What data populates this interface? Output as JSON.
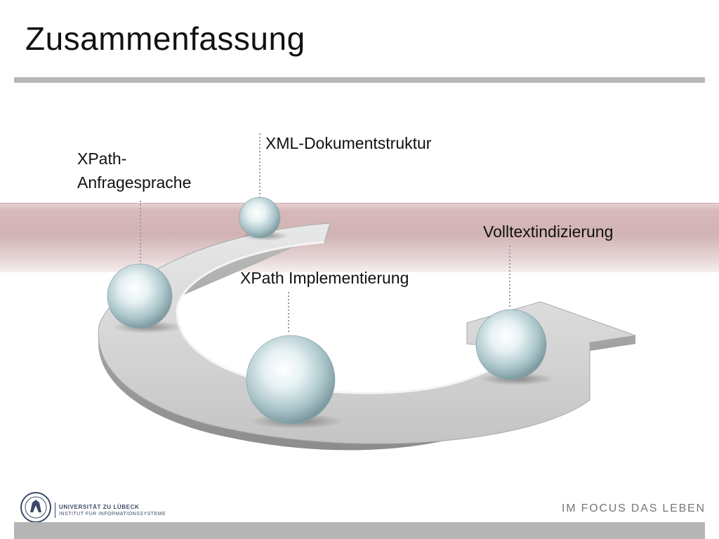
{
  "slide": {
    "title": "Zusammenfassung"
  },
  "diagram": {
    "labels": {
      "xml": "XML-Dokumentstruktur",
      "xpath_lang_line1": "XPath-",
      "xpath_lang_line2": "Anfragesprache",
      "volltext": "Volltextindizierung",
      "xpath_impl": "XPath Implementierung"
    }
  },
  "footer": {
    "university": "UNIVERSITÄT ZU LÜBECK",
    "institute": "INSTITUT FÜR INFORMATIONSSYSTEME",
    "motto": "IM FOCUS DAS LEBEN"
  }
}
